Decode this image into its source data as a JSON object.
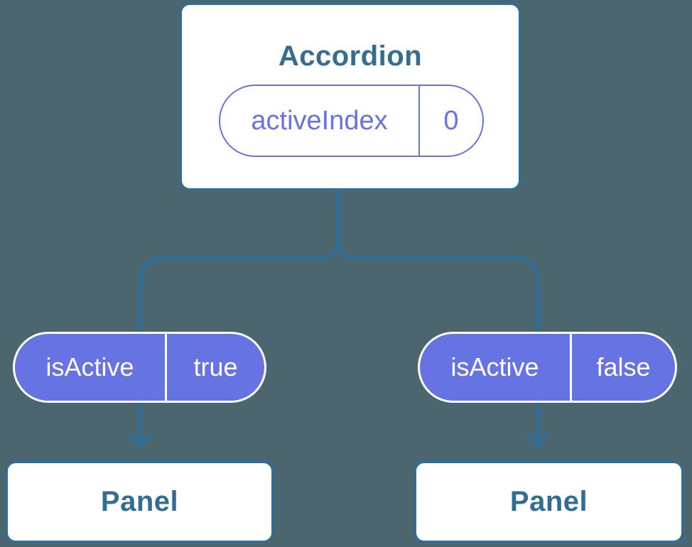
{
  "diagram": {
    "type": "component-tree",
    "root": {
      "title": "Accordion",
      "state": {
        "name": "activeIndex",
        "value": "0"
      }
    },
    "props": [
      {
        "name": "isActive",
        "value": "true"
      },
      {
        "name": "isActive",
        "value": "false"
      }
    ],
    "children": [
      {
        "title": "Panel"
      },
      {
        "title": "Panel"
      }
    ]
  },
  "colors": {
    "background": "#4c6670",
    "connector_blue": "#2d6f9c",
    "node_border_blue": "#2d6f9c",
    "node_text_blue": "#336e92",
    "prop_purple": "#6673e2",
    "node_fill": "#ffffff",
    "prop_text": "#ffffff"
  }
}
